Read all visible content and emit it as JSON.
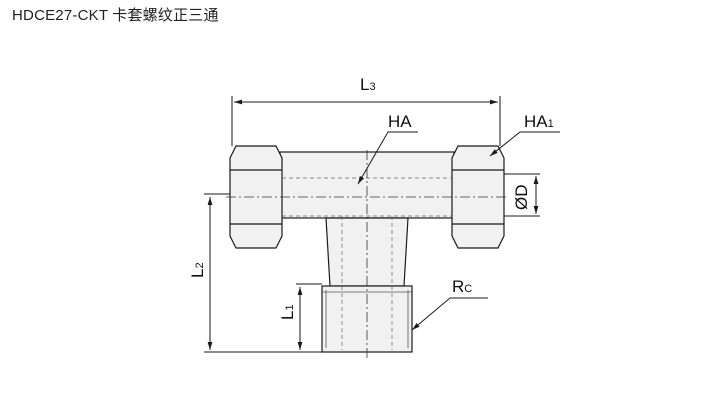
{
  "title": "HDCE27-CKT 卡套螺纹正三通",
  "labels": {
    "L3": {
      "main": "L",
      "sub": "3"
    },
    "HA": {
      "main": "HA"
    },
    "HA1": {
      "main": "HA",
      "sub": "1"
    },
    "D": {
      "main": "ØD"
    },
    "L2": {
      "main": "L",
      "sub": "2"
    },
    "L1": {
      "main": "L",
      "sub": "1"
    },
    "Rc": {
      "main": "R",
      "sub": "C"
    }
  },
  "colors": {
    "line": "#1a1a1a",
    "fill": "#f1f1f1",
    "hatch": "#555555"
  }
}
